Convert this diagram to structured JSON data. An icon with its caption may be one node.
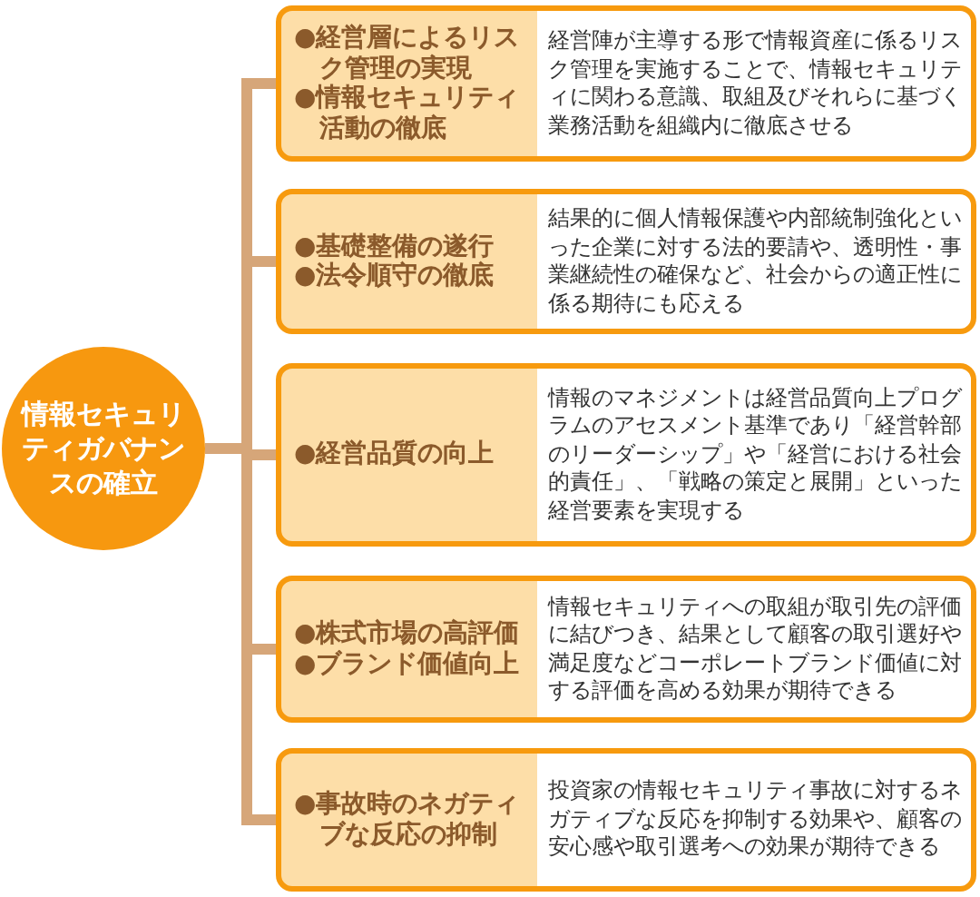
{
  "diagram": {
    "nodes": [
      {
        "text": [
          "情報セキュリティガバナンスの確立"
        ]
      },
      {
        "text": [
          "●経営層によるリスク管理の実現",
          "●情報セキュリティ活動の徹底",
          "経営陣が主導する形で情報資産に係るリスク管理を実施することで、情報セキュリティに関わる意識、取組及びそれらに基づく業務活動を組織内に徹底させる"
        ]
      },
      {
        "text": [
          "●基礎整備の遂行",
          "●法令順守の徹底",
          "結果的に個人情報保護や内部統制強化といった企業に対する法的要請や、透明性・事業継続性の確保など、社会からの適正性に係る期待にも応える"
        ]
      },
      {
        "text": [
          "●経営品質の向上",
          "情報のマネジメントは経営品質向上プログラムのアセスメント基準であり「経営幹部のリーダーシップ」や「経営における社会的責任」、「戦略の策定と展開」といった経営要素を実現する"
        ]
      },
      {
        "text": [
          "●株式市場の高評価",
          "●ブランド価値向上",
          "情報セキュリティへの取組が取引先の評価に結びつき、結果として顧客の取引選好や満足度などコーポレートブランド価値に対する評価を高める効果が期待できる"
        ]
      },
      {
        "text": [
          "●事故時のネガティブな反応の抑制",
          "投資家の情報セキュリティ事故に対するネガティブな反応を抑制する効果や、顧客の安心感や取引選考への効果が期待できる"
        ]
      }
    ],
    "edges": [
      {
        "from": 0,
        "to": 1,
        "arrow": "none"
      },
      {
        "from": 0,
        "to": 2,
        "arrow": "none"
      },
      {
        "from": 0,
        "to": 3,
        "arrow": "none"
      },
      {
        "from": 0,
        "to": 4,
        "arrow": "none"
      },
      {
        "from": 0,
        "to": 5,
        "arrow": "none"
      }
    ]
  }
}
